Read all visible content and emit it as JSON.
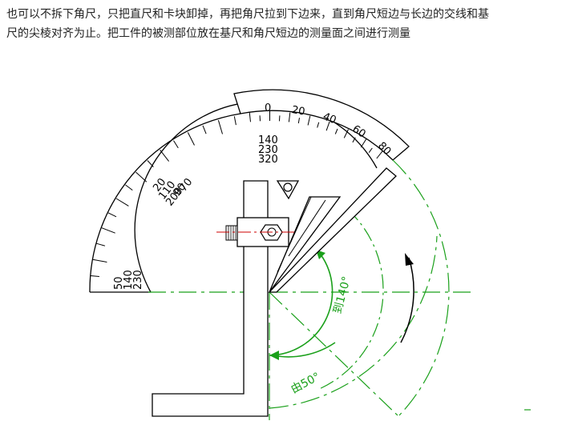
{
  "caption": {
    "line1": "也可以不拆下角尺，只把直尺和卡块卸掉，再把角尺拉到下边来，直到角尺短边与长边的交线和基",
    "line2": "尺的尖棱对齐为止。把工件的被测部位放在基尺和角尺短边的测量面之间进行测量"
  },
  "vernier_scale": {
    "labels": [
      "0",
      "20",
      "40",
      "60",
      "80"
    ]
  },
  "main_scale": {
    "top_labels": [
      "140",
      "230",
      "320"
    ],
    "left_labels": [
      "50",
      "140",
      "230"
    ],
    "diag_labels": [
      "20",
      "110",
      "200"
    ],
    "upper_diag_labels": [
      "90",
      "70"
    ]
  },
  "annotations": {
    "to_label": "到140°",
    "from_label": "由50°"
  },
  "colors": {
    "line": "#000000",
    "center_line": "#1aa01a",
    "axis_red": "#cc0000"
  }
}
